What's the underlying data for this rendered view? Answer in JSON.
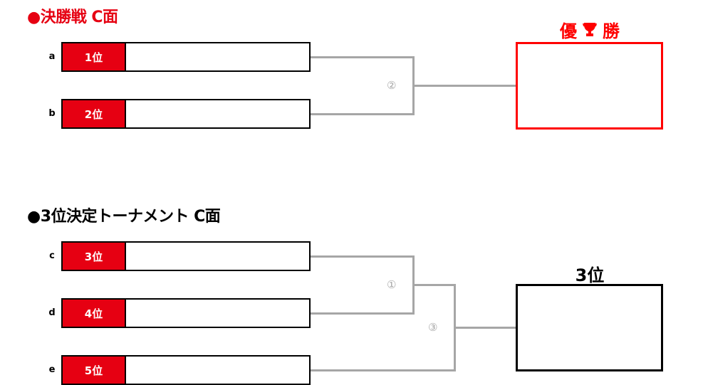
{
  "final": {
    "title": "●決勝戦 C面",
    "rows": [
      {
        "id": "a",
        "seed": "1位",
        "name": ""
      },
      {
        "id": "b",
        "seed": "2位",
        "name": ""
      }
    ],
    "match_number": "②",
    "result": {
      "title_left": "優",
      "title_icon": "trophy-icon",
      "title_right": "勝",
      "value": ""
    }
  },
  "third_place": {
    "title": "●3位決定トーナメント C面",
    "rows": [
      {
        "id": "c",
        "seed": "3位",
        "name": ""
      },
      {
        "id": "d",
        "seed": "4位",
        "name": ""
      },
      {
        "id": "e",
        "seed": "5位",
        "name": ""
      }
    ],
    "match_numbers": [
      "①",
      "③"
    ],
    "result": {
      "title": "3位",
      "value": ""
    }
  },
  "colors": {
    "accent_red": "#e60012",
    "champion_border": "#ff0000",
    "bracket_line": "#a6a6a6"
  }
}
